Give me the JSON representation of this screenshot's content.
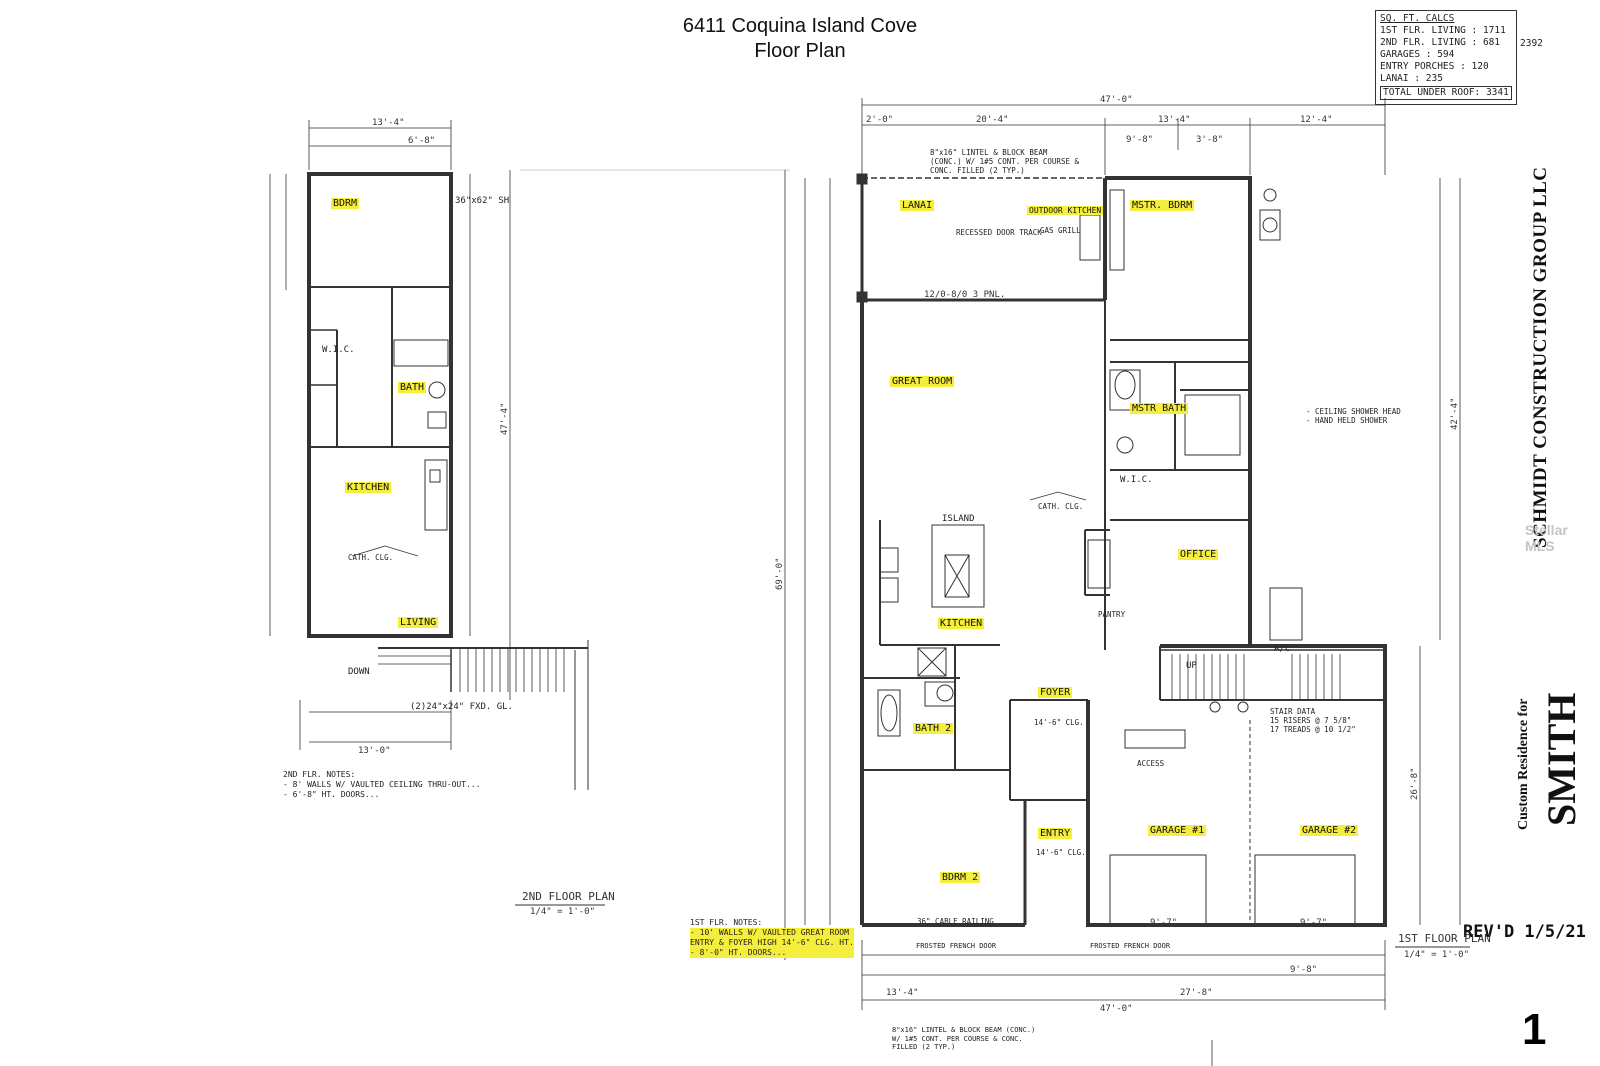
{
  "header": {
    "address": "6411 Coquina Island Cove",
    "subtitle": "Floor Plan"
  },
  "calcs": {
    "title": "SQ. FT. CALCS",
    "rows": [
      "1ST FLR. LIVING : 1711",
      "2ND FLR. LIVING : 681",
      "GARAGES : 594",
      "ENTRY PORCHES : 120",
      "LANAI : 235"
    ],
    "total": "TOTAL UNDER ROOF: 3341",
    "side_total": "2392"
  },
  "title_block": {
    "company": "SCHMIDT CONSTRUCTION GROUP LLC",
    "custom_for": "Custom Residence for",
    "client": "SMITH",
    "revision": "REV'D 1/5/21",
    "sheet": "1",
    "watermark": "Stellar MLS"
  },
  "second_floor": {
    "plan_label": "2ND FLOOR PLAN",
    "scale": "1/4\" = 1'-0\"",
    "rooms": {
      "bedroom": "BDRM",
      "wic": "W.I.C.",
      "bath": "BATH",
      "kitchen": "KITCHEN",
      "living": "LIVING",
      "down": "DOWN"
    },
    "dims": {
      "top": "13'-4\"",
      "top_inner": "6'-8\"",
      "overall_v": "47'-4\"",
      "bottom": "13'-0\"",
      "window": "36\"x62\" SH",
      "bath_win": "(2)24\"x24\" FXD. GL."
    },
    "notes": [
      "2ND FLR. NOTES:",
      "- 8' WALLS W/ VAULTED CEILING THRU-OUT...",
      "- 6'-8\" HT. DOORS..."
    ]
  },
  "first_floor": {
    "plan_label": "1ST FLOOR PLAN",
    "scale": "1/4\" = 1'-0\"",
    "rooms": {
      "lanai": "LANAI",
      "outdoor_kitchen": "OUTDOOR KITCHEN",
      "mstr_bdrm": "MSTR. BDRM",
      "great_room": "GREAT ROOM",
      "mstr_bath": "MSTR BATH",
      "wic": "W.I.C.",
      "office": "OFFICE",
      "kitchen": "KITCHEN",
      "foyer": "FOYER",
      "bath2": "BATH 2",
      "bdrm2": "BDRM 2",
      "entry": "ENTRY",
      "garage1": "GARAGE #1",
      "garage2": "GARAGE #2",
      "island": "ISLAND",
      "up": "UP",
      "ac": "A/C"
    },
    "dims": {
      "overall_top": "47'-0\"",
      "overall_bottom": "47'-0\"",
      "overall_v": "69'-0\"",
      "top_a": "20'-4\"",
      "top_b": "13'-4\"",
      "top_c": "12'-4\"",
      "top_d": "9'-8\"",
      "top_e": "3'-8\"",
      "left_2ft": "2'-0\"",
      "v_right": "42'-4\"",
      "v_right2": "26'-8\"",
      "lanai_span": "12/0-8/0 3 PNL.",
      "bottom_a": "13'-4\"",
      "bottom_b": "27'-8\"",
      "bottom_c": "9'-8\"",
      "garage_a": "9'-7\"",
      "garage_b": "9'-7\""
    },
    "annotations": {
      "lintel_top": "8\"x16\" LINTEL & BLOCK BEAM (CONC.) W/ 1#5 CONT. PER COURSE & CONC. FILLED (2 TYP.)",
      "lintel_bottom": "8\"x16\" LINTEL & BLOCK BEAM (CONC.) W/ 1#5 CONT. PER COURSE & CONC. FILLED (2 TYP.)",
      "recessed": "RECESSED DOOR TRACK",
      "gas_grill": "GAS GRILL",
      "ceiling_shower": "- CEILING SHOWER HEAD",
      "hand_held": "- HAND HELD SHOWER",
      "stair_data": "STAIR DATA",
      "stair_risers": "15 RISERS @ 7 5/8\"",
      "stair_treads": "17 TREADS @ 10 1/2\"",
      "foyer_clg": "14'-6\" CLG.",
      "entry_clg": "14'-6\" CLG.",
      "access": "ACCESS",
      "cable_railing": "36\" CABLE RAILING",
      "frosted": "FROSTED FRENCH DOOR",
      "pantry": "PANTRY",
      "cath_clg": "CATH. CLG."
    },
    "notes": [
      "1ST FLR. NOTES:",
      "- 10' WALLS W/ VAULTED GREAT ROOM",
      "  ENTRY & FOYER HIGH 14'-6\" CLG. HT.",
      "- 8'-0\" HT. DOORS..."
    ]
  }
}
